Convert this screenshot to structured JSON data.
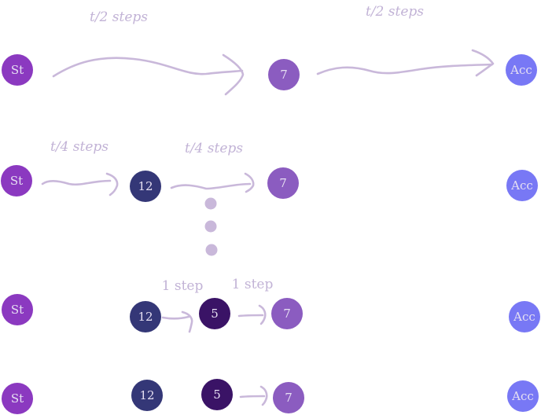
{
  "colors": {
    "start": "#8b39c0",
    "mid7": "#8b5cc0",
    "node12": "#343777",
    "node5": "#3a1366",
    "accept": "#7878f5",
    "arrow": "#c9b8da",
    "dots": "#c9b8da",
    "label": "#c2b3d6"
  },
  "nodes": {
    "start": "St",
    "seven": "7",
    "twelve": "12",
    "five": "5",
    "accept": "Acc"
  },
  "labels": {
    "t_half_a": "t/2 steps",
    "t_half_b": "t/2 steps",
    "t_quarter_a": "t/4 steps",
    "t_quarter_b": "t/4 steps",
    "one_step_a": "1 step",
    "one_step_b": "1 step"
  }
}
